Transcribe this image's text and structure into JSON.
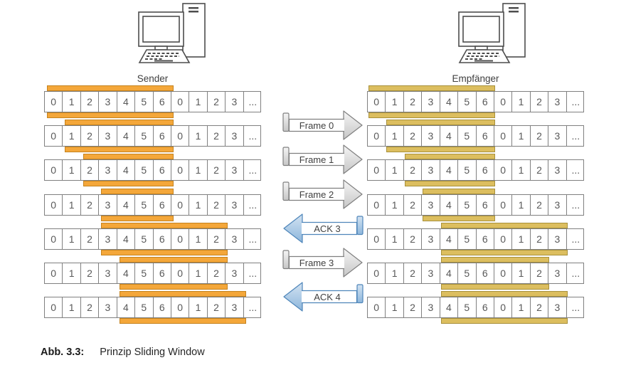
{
  "figure": {
    "caption_label": "Abb. 3.3:",
    "caption_text": "Prinzip Sliding Window"
  },
  "cells": [
    "0",
    "1",
    "2",
    "3",
    "4",
    "5",
    "6",
    "0",
    "1",
    "2",
    "3",
    "..."
  ],
  "sender": {
    "label": "Sender",
    "window_color": "#F4A73A",
    "window_border": "#C5831F",
    "rows": [
      {
        "start": 0,
        "end": 6
      },
      {
        "start": 1,
        "end": 6
      },
      {
        "start": 2,
        "end": 6
      },
      {
        "start": 3,
        "end": 6
      },
      {
        "start": 3,
        "end": 9
      },
      {
        "start": 4,
        "end": 9
      },
      {
        "start": 4,
        "end": 10
      }
    ]
  },
  "receiver": {
    "label": "Empfänger",
    "window_color": "#DCBE5F",
    "window_border": "#A8913C",
    "rows": [
      {
        "start": 0,
        "end": 6
      },
      {
        "start": 1,
        "end": 6
      },
      {
        "start": 2,
        "end": 6
      },
      {
        "start": 3,
        "end": 6
      },
      {
        "start": 4,
        "end": 10
      },
      {
        "start": 4,
        "end": 9
      },
      {
        "start": 4,
        "end": 10
      }
    ]
  },
  "messages": [
    {
      "label": "Frame 0",
      "direction": "right",
      "kind": "frame"
    },
    {
      "label": "Frame 1",
      "direction": "right",
      "kind": "frame"
    },
    {
      "label": "Frame 2",
      "direction": "right",
      "kind": "frame"
    },
    {
      "label": "ACK 3",
      "direction": "left",
      "kind": "ack"
    },
    {
      "label": "Frame 3",
      "direction": "right",
      "kind": "frame"
    },
    {
      "label": "ACK 4",
      "direction": "left",
      "kind": "ack"
    }
  ],
  "colors": {
    "frame_fill_light": "#f5f5f5",
    "frame_fill_dark": "#c6c6c6",
    "frame_border": "#7f7f7f",
    "ack_fill_light": "#d3e3f2",
    "ack_fill_dark": "#8db6db",
    "ack_border": "#4f86ba",
    "grid_border": "#808080",
    "cell_text": "#595959",
    "label_text": "#404040"
  }
}
